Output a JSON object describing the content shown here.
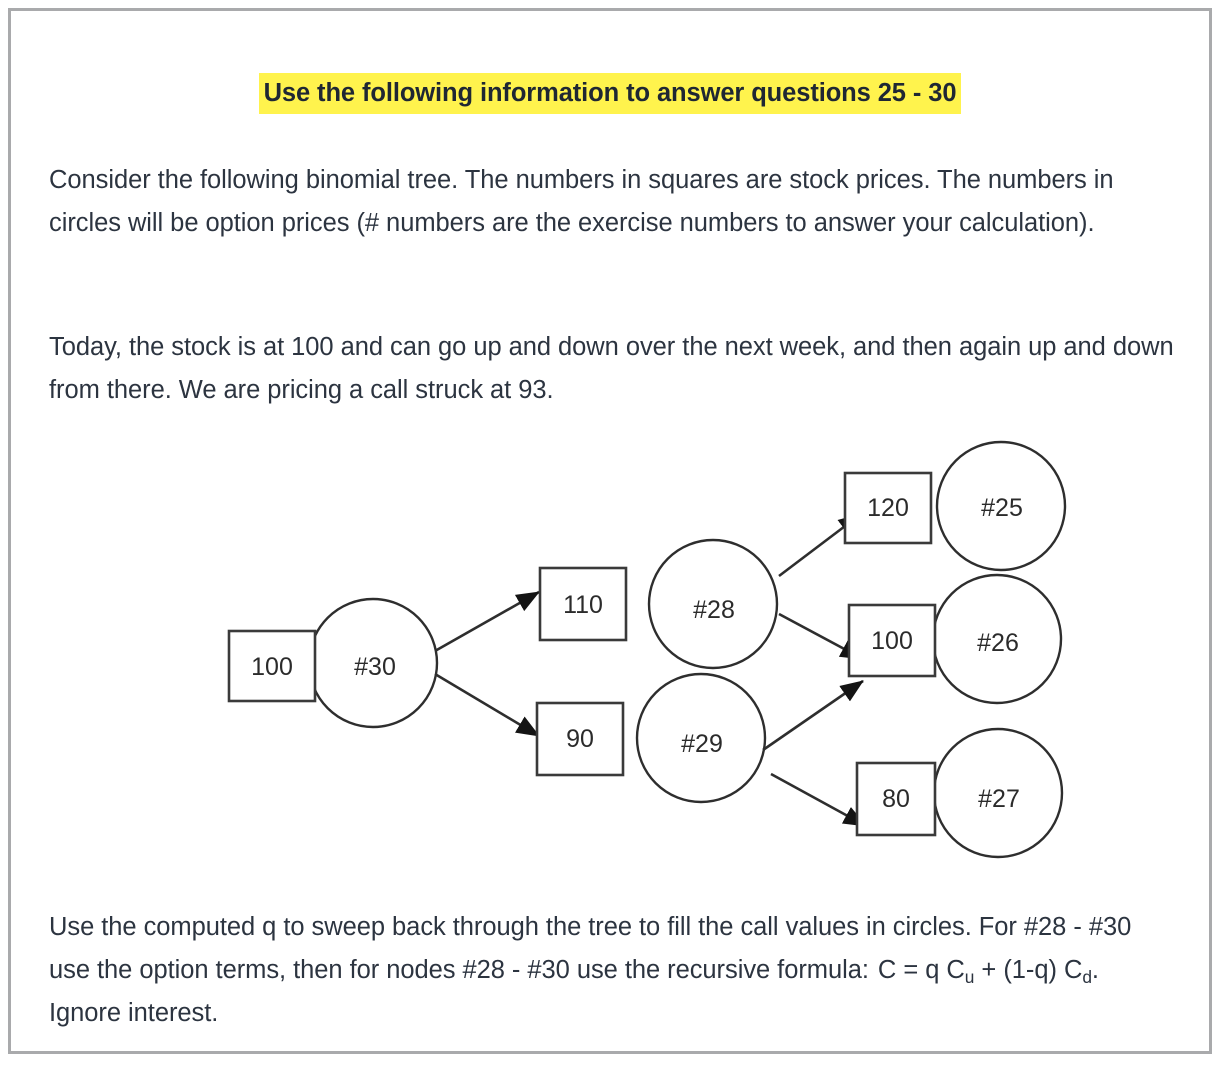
{
  "document": {
    "heading": "Use the following information to answer questions 25 - 30",
    "heading_highlight_color": "#fff34d",
    "text_color": "#2c3440",
    "paragraph_1": "Consider the following binomial tree. The numbers in squares are stock prices. The numbers in circles will be option prices (# numbers are the exercise numbers to answer your calculation).",
    "paragraph_2": "Today, the stock is at 100 and can go up and down over the next week, and then again up and down from there. We are pricing a call struck at 93.",
    "paragraph_3_part_1": "Use the computed q to sweep back through the tree to fill the call values in circles. For #28 - #30 use the option terms, then for nodes #28 - #30 use the recursive formula:",
    "formula": {
      "c": "C",
      "equals": "=",
      "q": "q",
      "cu_base": "C",
      "cu_sub": "u",
      "plus": "+",
      "one_minus_q": "(1-q)",
      "cd_base": "C",
      "cd_sub": "d",
      "period": "."
    },
    "paragraph_3_part_2": "Ignore interest."
  },
  "diagram": {
    "type": "binomial-tree",
    "nodes": [
      {
        "id": "root",
        "stock": "100",
        "option": "#30"
      },
      {
        "id": "up",
        "stock": "110",
        "option": "#28"
      },
      {
        "id": "down",
        "stock": "90",
        "option": "#29"
      },
      {
        "id": "uu",
        "stock": "120",
        "option": "#25"
      },
      {
        "id": "ud",
        "stock": "100",
        "option": "#26"
      },
      {
        "id": "dd",
        "stock": "80",
        "option": "#27"
      }
    ],
    "edges": [
      {
        "from": "root",
        "to": "up"
      },
      {
        "from": "root",
        "to": "down"
      },
      {
        "from": "up",
        "to": "uu"
      },
      {
        "from": "up",
        "to": "ud"
      },
      {
        "from": "down",
        "to": "ud"
      },
      {
        "from": "down",
        "to": "dd"
      }
    ]
  }
}
